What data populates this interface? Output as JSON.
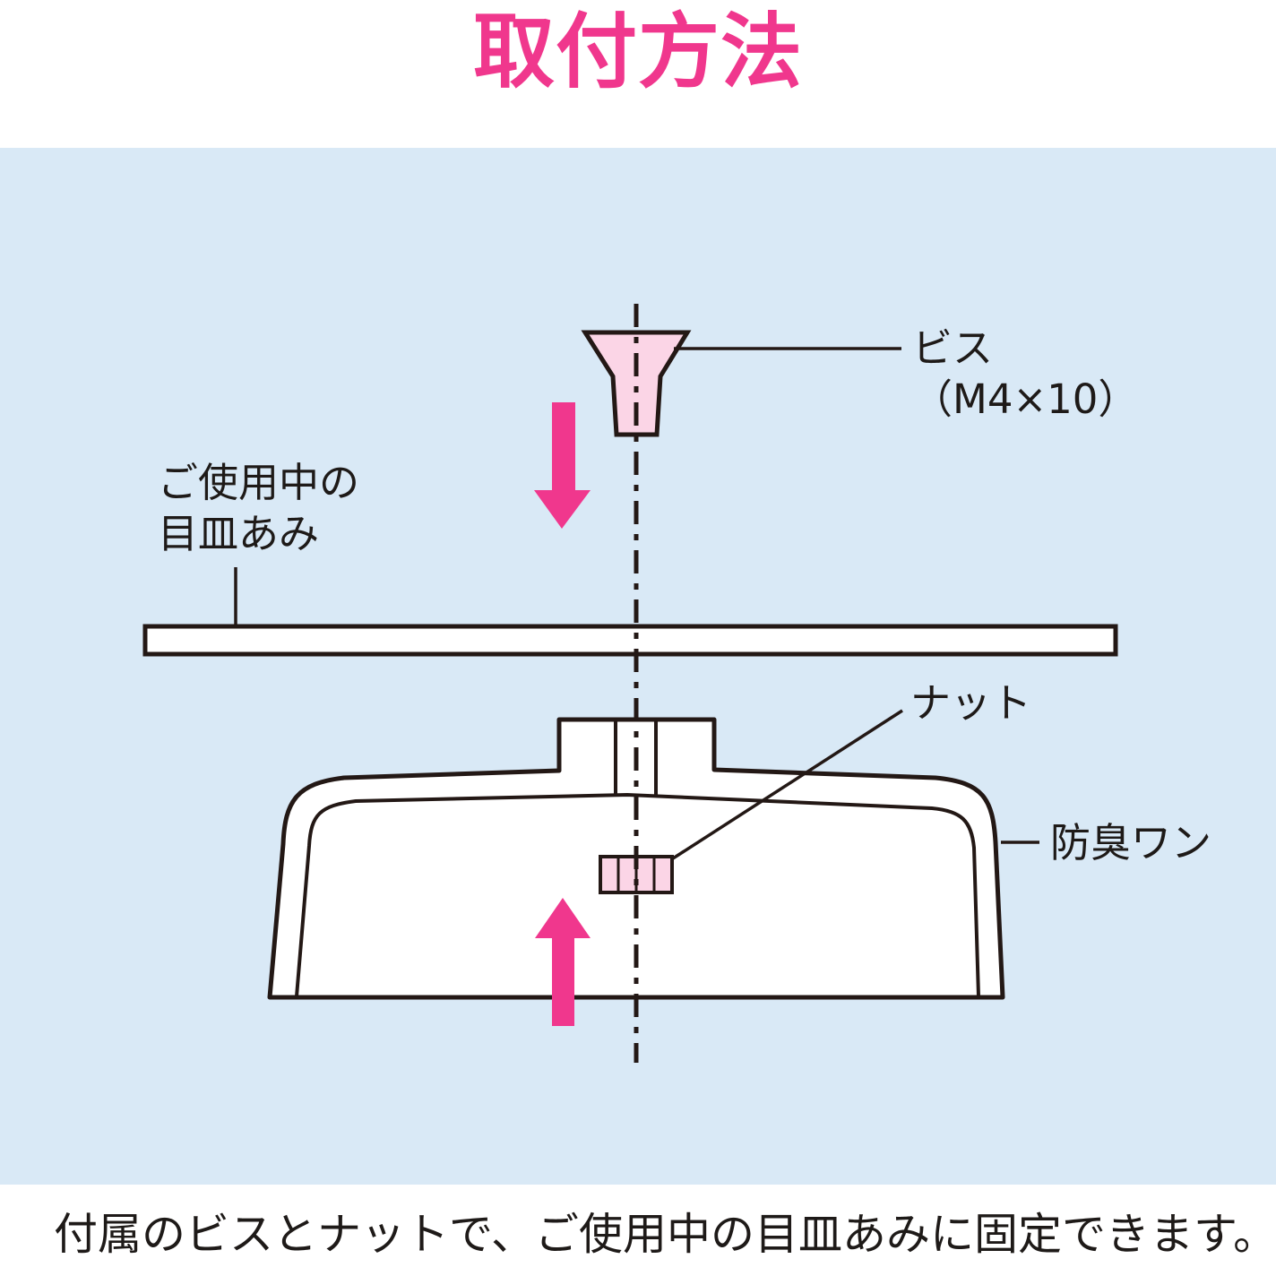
{
  "title": "取付方法",
  "diagram": {
    "labels": {
      "screw": {
        "line1": "ビス",
        "line2": "（M4×10）"
      },
      "mesh": {
        "line1": "ご使用中の",
        "line2": "目皿あみ"
      },
      "nut": "ナット",
      "trap": "防臭ワン"
    },
    "icons": {
      "down_arrow": "down-arrow",
      "up_arrow": "up-arrow",
      "center_axis": "dash-dot-center-line"
    }
  },
  "caption": "付属のビスとナットで、ご使用中の目皿あみに固定できます。",
  "colors": {
    "accent_pink": "#F0378D",
    "light_pink": "#FBD5E6",
    "panel_blue": "#D9E9F6",
    "line_black": "#231815"
  }
}
